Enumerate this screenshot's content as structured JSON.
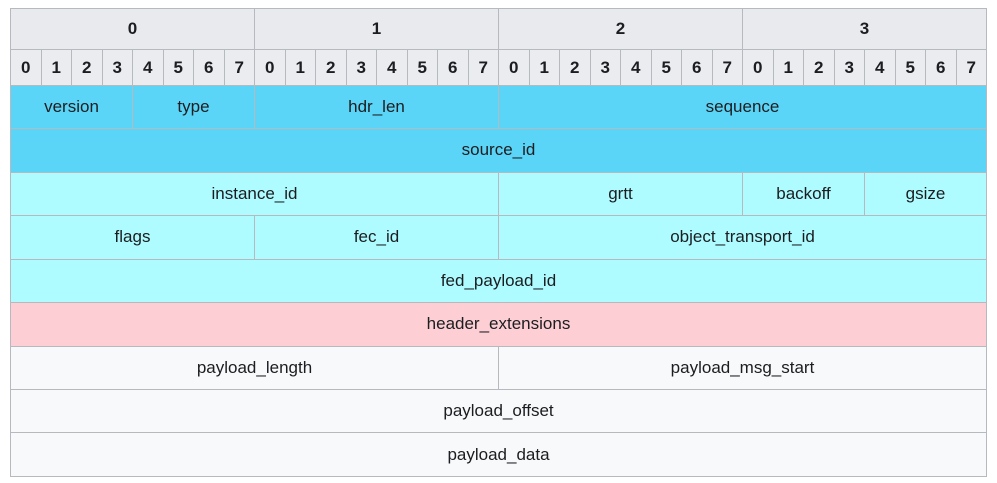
{
  "diagram": {
    "title": "packet-header-layout",
    "bits_per_byte": 8,
    "byte_count": 4,
    "byte_headers": [
      "0",
      "1",
      "2",
      "3"
    ],
    "bit_headers": [
      "0",
      "1",
      "2",
      "3",
      "4",
      "5",
      "6",
      "7",
      "0",
      "1",
      "2",
      "3",
      "4",
      "5",
      "6",
      "7",
      "0",
      "1",
      "2",
      "3",
      "4",
      "5",
      "6",
      "7",
      "0",
      "1",
      "2",
      "3",
      "4",
      "5",
      "6",
      "7"
    ],
    "colors": {
      "dark_cyan": "#5bd5f7",
      "light_cyan": "#aefcff",
      "pink": "#fdcfd4",
      "plain": "#f8f9fb",
      "header_gray": "#e9eaee",
      "border": "#b6b9bd",
      "text": "#1c1d20"
    },
    "rows": [
      {
        "name": "row-1",
        "fields": [
          {
            "label": "version",
            "bits": 4,
            "color": "c-dark"
          },
          {
            "label": "type",
            "bits": 4,
            "color": "c-dark"
          },
          {
            "label": "hdr_len",
            "bits": 8,
            "color": "c-dark"
          },
          {
            "label": "sequence",
            "bits": 16,
            "color": "c-dark"
          }
        ]
      },
      {
        "name": "row-2",
        "fields": [
          {
            "label": "source_id",
            "bits": 32,
            "color": "c-dark"
          }
        ]
      },
      {
        "name": "row-3",
        "fields": [
          {
            "label": "instance_id",
            "bits": 16,
            "color": "c-light"
          },
          {
            "label": "grtt",
            "bits": 8,
            "color": "c-light"
          },
          {
            "label": "backoff",
            "bits": 4,
            "color": "c-light"
          },
          {
            "label": "gsize",
            "bits": 4,
            "color": "c-light"
          }
        ]
      },
      {
        "name": "row-4",
        "fields": [
          {
            "label": "flags",
            "bits": 8,
            "color": "c-light"
          },
          {
            "label": "fec_id",
            "bits": 8,
            "color": "c-light"
          },
          {
            "label": "object_transport_id",
            "bits": 16,
            "color": "c-light"
          }
        ]
      },
      {
        "name": "row-5",
        "fields": [
          {
            "label": "fed_payload_id",
            "bits": 32,
            "color": "c-light"
          }
        ]
      },
      {
        "name": "row-6",
        "fields": [
          {
            "label": "header_extensions",
            "bits": 32,
            "color": "c-pink"
          }
        ]
      },
      {
        "name": "row-7",
        "fields": [
          {
            "label": "payload_length",
            "bits": 16,
            "color": "c-plain"
          },
          {
            "label": "payload_msg_start",
            "bits": 16,
            "color": "c-plain"
          }
        ]
      },
      {
        "name": "row-8",
        "fields": [
          {
            "label": "payload_offset",
            "bits": 32,
            "color": "c-plain"
          }
        ]
      },
      {
        "name": "row-9",
        "fields": [
          {
            "label": "payload_data",
            "bits": 32,
            "color": "c-plain"
          }
        ]
      }
    ]
  }
}
